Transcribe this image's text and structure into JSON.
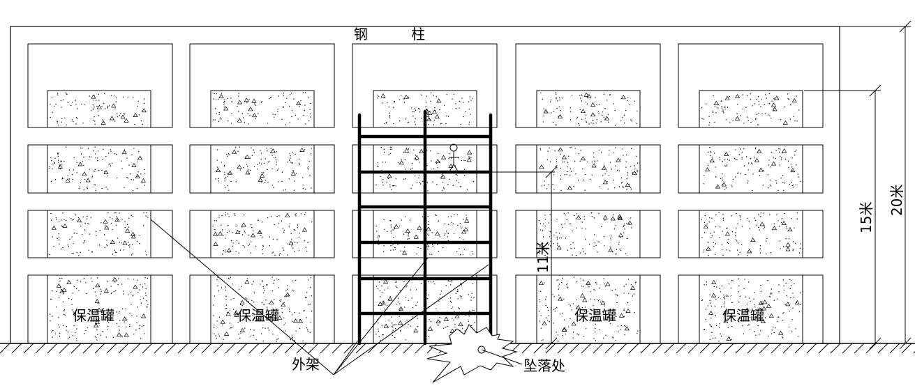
{
  "labels": {
    "steel_column": "钢 柱",
    "tank": "保温罐",
    "scaffold": "外架",
    "fall_point": "坠落处",
    "height_20": "20米",
    "height_15": "15米",
    "height_11": "11米"
  }
}
